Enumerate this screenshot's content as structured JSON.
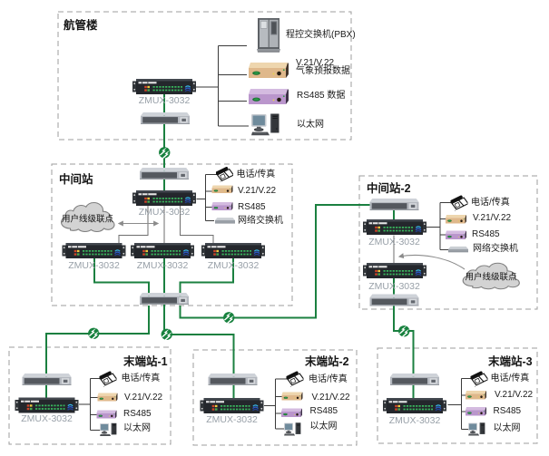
{
  "diagram": {
    "type": "network-topology",
    "device_model": "ZMUX-3032",
    "colors": {
      "background": "#ffffff",
      "fiber_link_green": "#1b8040",
      "box_dash_gray": "#9c9c9c",
      "bus_line_dark": "#3a3a3a",
      "cascade_gray": "#707070",
      "modem_beige": "#e0b98c",
      "modem_purple": "#bb97cc",
      "device_black": "#24272c",
      "odf_gray": "#b4b8bf",
      "cloud_gray": "#d3d3d3"
    },
    "stations": [
      {
        "title": "航管楼",
        "devices": [
          {
            "icon": "zmux-multiplexer-icon",
            "label": "ZMUX-3032"
          }
        ],
        "peripherals": [
          {
            "icon": "pbx-cabinet-icon",
            "label": "程控交换机(PBX)"
          },
          {
            "icon": "modem-beige-icon",
            "label": "V.21/V.22",
            "label2": "气象预报数据"
          },
          {
            "icon": "modem-purple-icon",
            "label": "RS485 数据"
          },
          {
            "icon": "computer-icon",
            "label": "以太网"
          }
        ]
      },
      {
        "title": "中间站",
        "devices": [
          {
            "icon": "zmux-multiplexer-icon",
            "label": "ZMUX-3032"
          },
          {
            "icon": "zmux-multiplexer-icon",
            "label": "ZMUX-3032"
          },
          {
            "icon": "zmux-multiplexer-icon",
            "label": "ZMUX-3032"
          },
          {
            "icon": "zmux-multiplexer-icon",
            "label": "ZMUX-3032"
          }
        ],
        "cloud_label": "用户线级联点",
        "peripherals": [
          {
            "icon": "phone-fax-icon",
            "label": "电话/传真"
          },
          {
            "icon": "modem-beige-icon",
            "label": "V.21/V.22"
          },
          {
            "icon": "modem-purple-icon",
            "label": "RS485"
          },
          {
            "icon": "network-switch-icon",
            "label": "网络交换机"
          }
        ]
      },
      {
        "title": "中间站-2",
        "devices": [
          {
            "icon": "zmux-multiplexer-icon",
            "label": "ZMUX-3032"
          },
          {
            "icon": "zmux-multiplexer-icon",
            "label": "ZMUX-3032"
          }
        ],
        "cloud_label": "用户线级联点",
        "peripherals": [
          {
            "icon": "phone-fax-icon",
            "label": "电话/传真"
          },
          {
            "icon": "modem-beige-icon",
            "label": "V.21/V.22"
          },
          {
            "icon": "modem-purple-icon",
            "label": "RS485"
          },
          {
            "icon": "network-switch-icon",
            "label": "网络交换机"
          }
        ]
      },
      {
        "title": "末端站-1",
        "devices": [
          {
            "icon": "zmux-multiplexer-icon",
            "label": "ZMUX-3032"
          }
        ],
        "peripherals": [
          {
            "icon": "phone-fax-icon",
            "label": "电话/传真"
          },
          {
            "icon": "modem-beige-icon",
            "label": "V.21/V.22"
          },
          {
            "icon": "modem-purple-icon",
            "label": "RS485"
          },
          {
            "icon": "computer-icon",
            "label": "以太网"
          }
        ]
      },
      {
        "title": "末端站-2",
        "devices": [
          {
            "icon": "zmux-multiplexer-icon",
            "label": "ZMUX-3032"
          }
        ],
        "peripherals": [
          {
            "icon": "phone-fax-icon",
            "label": "电话/传真"
          },
          {
            "icon": "modem-beige-icon",
            "label": "V.21/V.22"
          },
          {
            "icon": "modem-purple-icon",
            "label": "RS485"
          },
          {
            "icon": "computer-icon",
            "label": "以太网"
          }
        ]
      },
      {
        "title": "末端站-3",
        "devices": [
          {
            "icon": "zmux-multiplexer-icon",
            "label": "ZMUX-3032"
          }
        ],
        "peripherals": [
          {
            "icon": "phone-fax-icon",
            "label": "电话/传真"
          },
          {
            "icon": "modem-beige-icon",
            "label": "V.21/V.22"
          },
          {
            "icon": "modem-purple-icon",
            "label": "RS485"
          },
          {
            "icon": "computer-icon",
            "label": "以太网"
          }
        ]
      }
    ],
    "link_icon": "optical-fiber-link-icon"
  }
}
